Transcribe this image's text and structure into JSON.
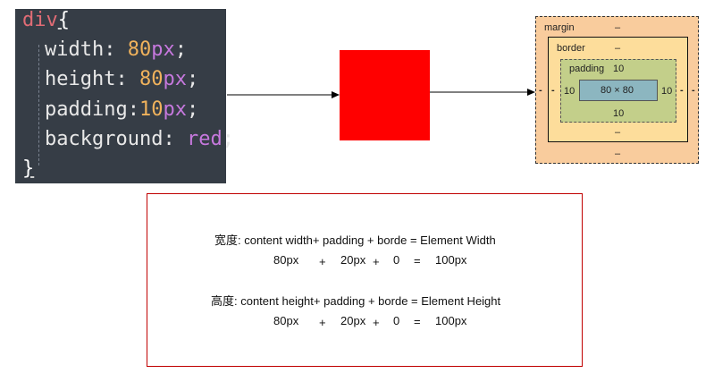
{
  "code": {
    "selector": "div",
    "open_brace": "{",
    "close_brace": "}",
    "lines": [
      {
        "prop": "width",
        "sep": ": ",
        "num": "80",
        "unit": "px",
        "end": ";"
      },
      {
        "prop": "height",
        "sep": ": ",
        "num": "80",
        "unit": "px",
        "end": ";"
      },
      {
        "prop": "padding",
        "sep": ":",
        "num": "10",
        "unit": "px",
        "end": ";"
      },
      {
        "prop": "background",
        "sep": ": ",
        "kw": "red",
        "end": ";"
      }
    ]
  },
  "box_model": {
    "margin_label": "margin",
    "margin_top": "–",
    "margin_bottom": "–",
    "margin_left": "-",
    "margin_right": "-",
    "border_label": "border",
    "border_top": "–",
    "border_bottom": "–",
    "border_left": "-",
    "border_right": "-",
    "padding_label": "padding",
    "padding_top": "10",
    "padding_left": "10",
    "padding_right": "10",
    "padding_bottom": "10",
    "content": "80 × 80"
  },
  "formula": {
    "width_label": "宽度: content width+ padding + borde = Element Width",
    "width_values": [
      "80px",
      "+",
      "20px",
      "+",
      "0",
      "=",
      "100px"
    ],
    "height_label": "高度: content height+ padding + borde = Element Height",
    "height_values": [
      "80px",
      "+",
      "20px",
      "+",
      "0",
      "=",
      "100px"
    ]
  },
  "colors": {
    "code_bg": "#363d46",
    "red_box": "#ff0000",
    "margin": "#f9cc9d",
    "border": "#fddd9b",
    "padding": "#c3cf8a",
    "content": "#8cb6c0",
    "frame": "#c00000"
  }
}
